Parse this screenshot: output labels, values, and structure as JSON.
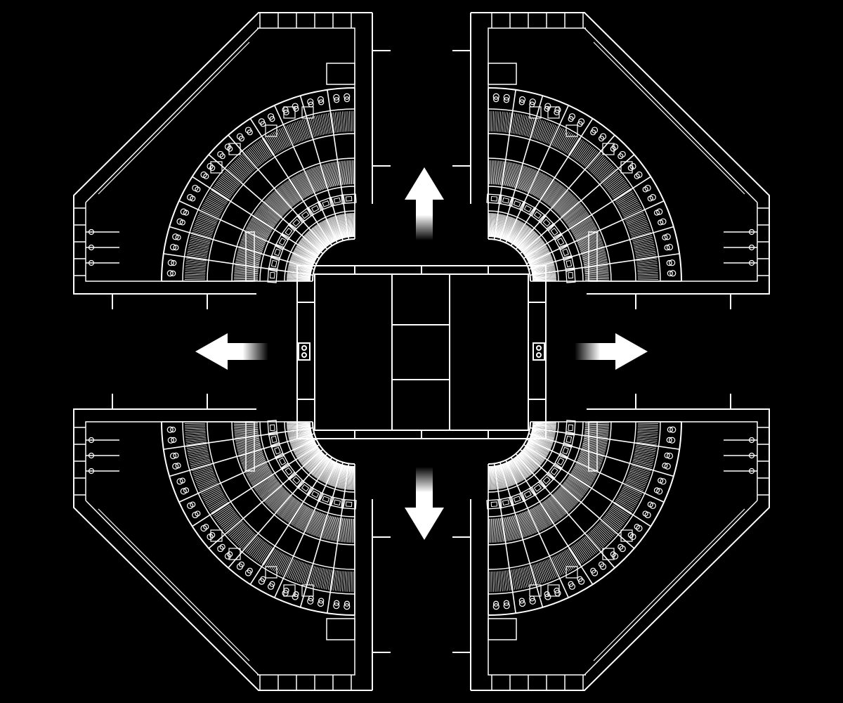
{
  "diagram": {
    "background_color": "#000000",
    "line_color": "#ffffff",
    "arrow_color": "#ffffff",
    "center": {
      "name": "central-court"
    },
    "quadrants": [
      {
        "name": "quadrant-top-left",
        "flip_x": false,
        "flip_y": false
      },
      {
        "name": "quadrant-top-right",
        "flip_x": true,
        "flip_y": false
      },
      {
        "name": "quadrant-bottom-left",
        "flip_x": false,
        "flip_y": true
      },
      {
        "name": "quadrant-bottom-right",
        "flip_x": true,
        "flip_y": true
      }
    ],
    "arrows": [
      {
        "name": "arrow-up-icon",
        "direction": "up"
      },
      {
        "name": "arrow-down-icon",
        "direction": "down"
      },
      {
        "name": "arrow-left-icon",
        "direction": "left"
      },
      {
        "name": "arrow-right-icon",
        "direction": "right"
      }
    ]
  }
}
